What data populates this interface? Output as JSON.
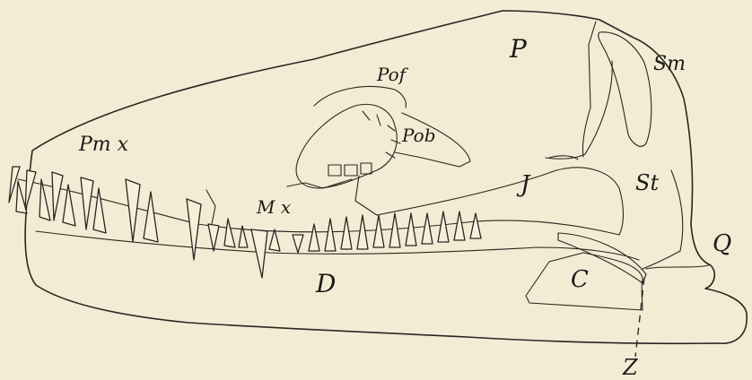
{
  "figure": {
    "labels": {
      "P": "P",
      "Pof": "Pof",
      "Sm": "Sm",
      "Pmx": "Pm x",
      "Pob": "Pob",
      "J": "J",
      "St": "St",
      "Mx": "M x",
      "Q": "Q",
      "D": "D",
      "C": "C",
      "Z": "Z"
    },
    "colors": {
      "paper": "#f3ecd4",
      "ink": "#2a2621"
    }
  }
}
